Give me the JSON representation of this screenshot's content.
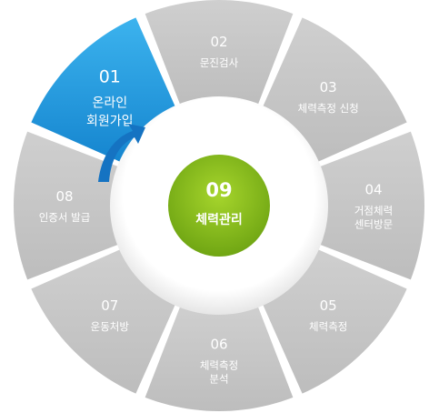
{
  "steps": [
    {
      "num": "01",
      "lines": [
        "온라인",
        "회원가입"
      ],
      "active": true
    },
    {
      "num": "02",
      "lines": [
        "문진검사"
      ]
    },
    {
      "num": "03",
      "lines": [
        "체력측정 신청"
      ]
    },
    {
      "num": "04",
      "lines": [
        "거점체력",
        "센터방문"
      ]
    },
    {
      "num": "05",
      "lines": [
        "체력측정"
      ]
    },
    {
      "num": "06",
      "lines": [
        "체력측정",
        "분석"
      ]
    },
    {
      "num": "07",
      "lines": [
        "운동처방"
      ]
    },
    {
      "num": "08",
      "lines": [
        "인증서 발급"
      ]
    }
  ],
  "center": {
    "num": "09",
    "label": "체력관리"
  },
  "colors": {
    "segment": "#c9c9c9",
    "segment_dark": "#b9b9b9",
    "active": "#1e9bdf",
    "active_dark": "#1479c0",
    "center": "#8cbd1c",
    "center_dark": "#5f9410",
    "gap": "#ffffff"
  }
}
